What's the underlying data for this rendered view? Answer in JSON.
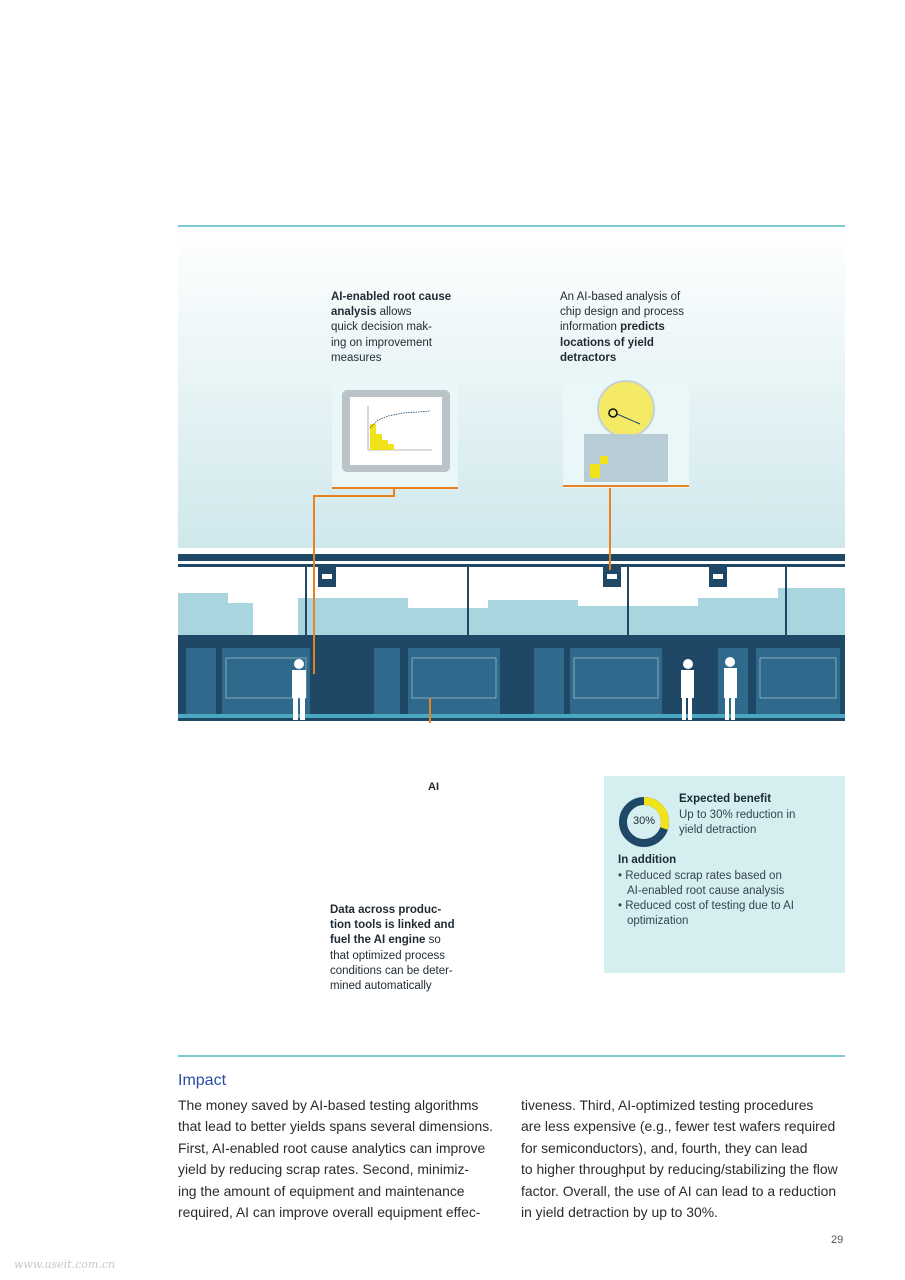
{
  "callouts": {
    "root_cause": {
      "bold": "AI-enabled root cause analysis",
      "rest1": " allows",
      "rest2": "quick decision mak-",
      "rest3": "ing on improvement",
      "rest4": "measures"
    },
    "chip_design": {
      "line1": "An AI-based analysis of",
      "line2": "chip design and process",
      "line3a": "information ",
      "line3b": "predicts",
      "line4": "locations of yield",
      "line5": "detractors"
    },
    "data_tools": {
      "line1": "Data across produc-",
      "line2": "tion tools is linked and",
      "line3a": "fuel the AI engine",
      "line3b": " so",
      "line4": "that optimized process",
      "line5": "conditions can be deter-",
      "line6": "mined automatically"
    }
  },
  "ai_badge": "AI",
  "benefit": {
    "title": "Expected benefit",
    "line1": "Up to 30% reduction in",
    "line2": "yield detraction",
    "donut_label": "30%",
    "donut_fraction": 0.3,
    "addition_title": "In addition",
    "bullets": [
      {
        "line1": "• Reduced scrap rates based on",
        "line2": "AI-enabled root cause analysis"
      },
      {
        "line1": "• Reduced cost of testing due to AI",
        "line2": "optimization"
      }
    ]
  },
  "impact": {
    "title": "Impact",
    "col1": [
      "The money saved by AI-based testing algorithms",
      "that lead to better yields spans several dimensions.",
      "First, AI-enabled root cause analytics can improve",
      "yield by reducing scrap rates. Second, minimiz-",
      "ing the amount of equipment and maintenance",
      "required, AI can improve overall equipment effec-"
    ],
    "col2": [
      "tiveness. Third, AI-optimized testing procedures",
      "are less expensive (e.g., fewer test wafers required",
      "for semiconductors), and, fourth, they can lead",
      "to higher throughput by reducing/stabilizing the flow",
      "factor. Overall, the use of AI can lead to a reduction",
      "in yield detraction by up to 30%."
    ]
  },
  "page_number": "29",
  "watermark": "www.useit.com.cn",
  "colors": {
    "accent_teal": "#7cc9cf",
    "orange_line": "#e8821e",
    "navy": "#1f4766",
    "yellow": "#f2e21a",
    "impact_blue": "#2a4ea3"
  }
}
